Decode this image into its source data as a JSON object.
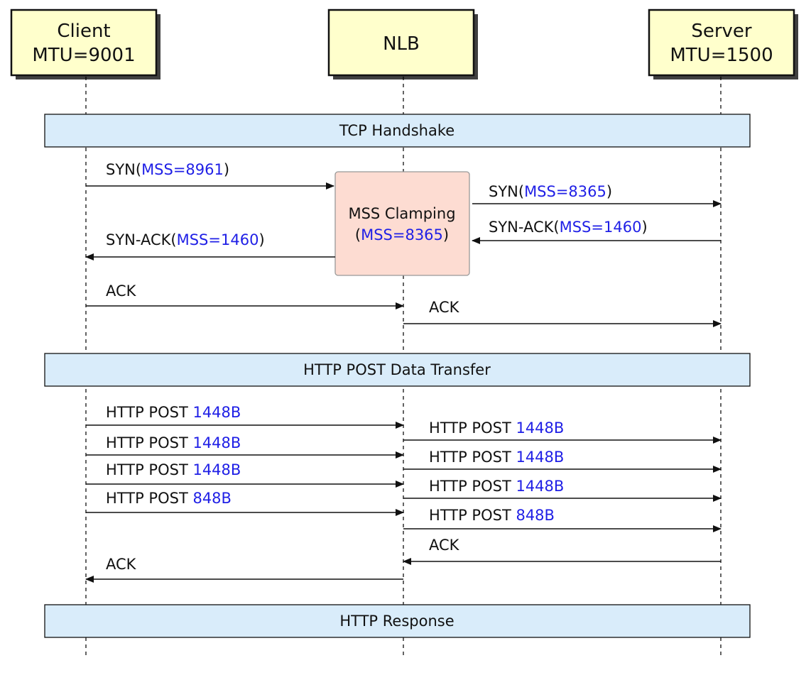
{
  "actors": [
    {
      "key": "client",
      "name": "Client",
      "detail": "MTU=9001"
    },
    {
      "key": "nlb",
      "name": "NLB",
      "detail": ""
    },
    {
      "key": "server",
      "name": "Server",
      "detail": "MTU=1500"
    }
  ],
  "phases": [
    {
      "label": "TCP Handshake"
    },
    {
      "label": "HTTP POST Data Transfer"
    },
    {
      "label": "HTTP Response"
    }
  ],
  "process_box": {
    "title": "MSS Clamping",
    "detail": "MSS=8365"
  },
  "messages": [
    {
      "text": "SYN(",
      "value": "MSS=8961",
      "tail": ")"
    },
    {
      "text": "SYN(",
      "value": "MSS=8365",
      "tail": ")"
    },
    {
      "text": "SYN-ACK(",
      "value": "MSS=1460",
      "tail": ")"
    },
    {
      "text": "SYN-ACK(",
      "value": "MSS=1460",
      "tail": ")"
    },
    {
      "text": "ACK",
      "value": "",
      "tail": ""
    },
    {
      "text": "ACK",
      "value": "",
      "tail": ""
    },
    {
      "text": "HTTP POST ",
      "value": "1448B",
      "tail": ""
    },
    {
      "text": "HTTP POST ",
      "value": "1448B",
      "tail": ""
    },
    {
      "text": "HTTP POST ",
      "value": "1448B",
      "tail": ""
    },
    {
      "text": "HTTP POST ",
      "value": "1448B",
      "tail": ""
    },
    {
      "text": "HTTP POST ",
      "value": "1448B",
      "tail": ""
    },
    {
      "text": "HTTP POST ",
      "value": "1448B",
      "tail": ""
    },
    {
      "text": "HTTP POST ",
      "value": "848B",
      "tail": ""
    },
    {
      "text": "HTTP POST ",
      "value": "848B",
      "tail": ""
    },
    {
      "text": "ACK",
      "value": "",
      "tail": ""
    },
    {
      "text": "ACK",
      "value": "",
      "tail": ""
    }
  ],
  "colors": {
    "actor_fill": "#ffffcc",
    "phase_fill": "#d9ecfa",
    "process_fill": "#fddcd2",
    "highlight_text": "#1f1fe6"
  }
}
